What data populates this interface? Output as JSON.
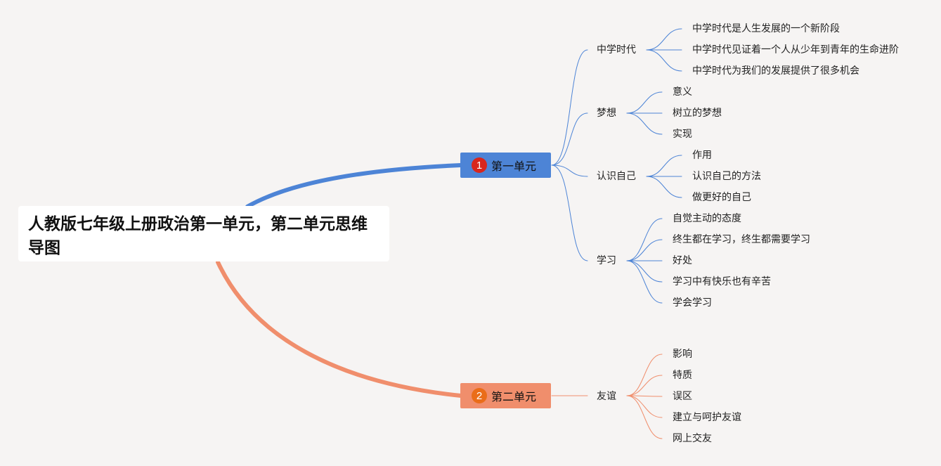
{
  "title": "人教版七年级上册政治第一单元，第二单元思维导图",
  "colors": {
    "unit1": "#4d84d6",
    "unit2": "#f08e6c",
    "badge1": "#d8261d",
    "badge2": "#ea6d19"
  },
  "branches": [
    {
      "badge": "1",
      "label": "第一单元",
      "topics": [
        {
          "label": "中学时代",
          "items": [
            "中学时代是人生发展的一个新阶段",
            "中学时代见证着一个人从少年到青年的生命进阶",
            "中学时代为我们的发展提供了很多机会"
          ]
        },
        {
          "label": "梦想",
          "items": [
            "意义",
            "树立的梦想",
            "实现"
          ]
        },
        {
          "label": "认识自己",
          "items": [
            "作用",
            "认识自己的方法",
            "做更好的自己"
          ]
        },
        {
          "label": "学习",
          "items": [
            "自觉主动的态度",
            "终生都在学习，终生都需要学习",
            "好处",
            "学习中有快乐也有辛苦",
            "学会学习"
          ]
        }
      ]
    },
    {
      "badge": "2",
      "label": "第二单元",
      "topics": [
        {
          "label": "友谊",
          "items": [
            "影响",
            "特质",
            "误区",
            "建立与呵护友谊",
            "网上交友"
          ]
        }
      ]
    }
  ]
}
